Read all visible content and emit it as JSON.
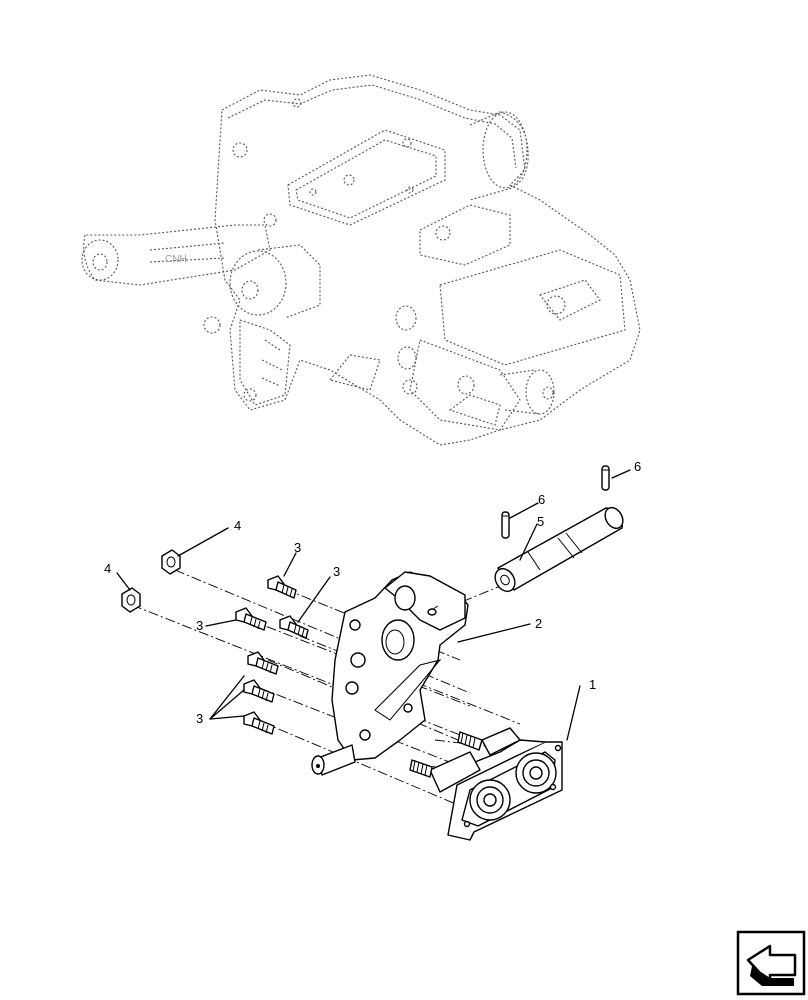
{
  "callouts": {
    "c1": "1",
    "c2": "2",
    "c3a": "3",
    "c3b": "3",
    "c3c": "3",
    "c3d": "3",
    "c4a": "4",
    "c4b": "4",
    "c5": "5",
    "c6a": "6",
    "c6b": "6"
  },
  "nav_icon": "next-page-arrow-icon"
}
